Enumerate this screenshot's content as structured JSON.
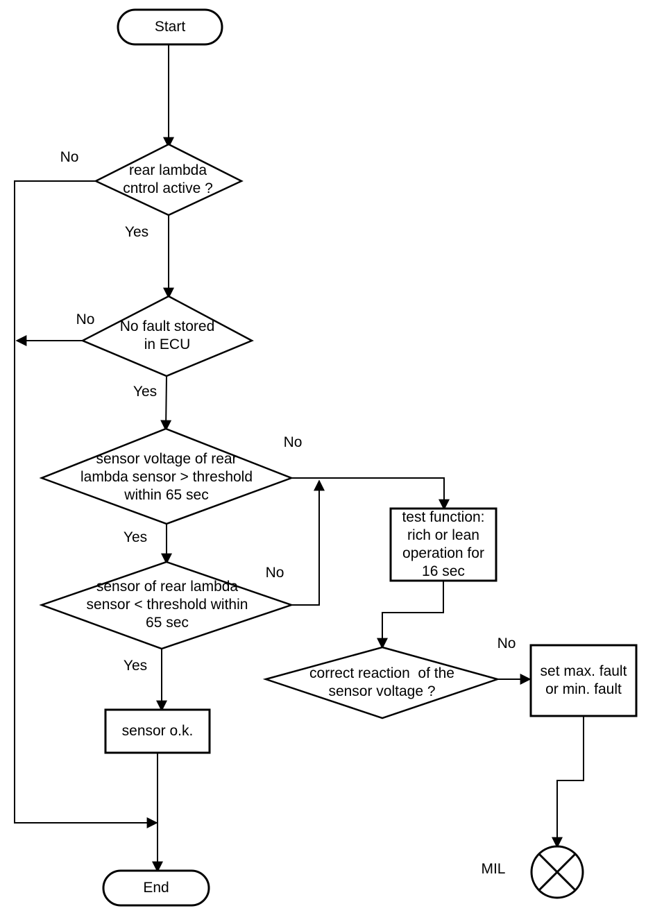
{
  "diagram": {
    "title": "rear lambda sensor diagnostic flowchart",
    "colors": {
      "background": "#ffffff",
      "line": "#000000",
      "text": "#000000"
    },
    "nodes": {
      "start": "Start",
      "decision_rear_lambda": "rear lambda\ncntrol active ?",
      "decision_no_fault": "No fault stored\nin ECU",
      "decision_voltage_above": "sensor voltage of rear\nlambda sensor > threshold\nwithin 65 sec",
      "decision_voltage_below": "sensor of rear lambda\nsensor < threshold within\n65 sec",
      "process_test_function": "test function:\nrich or lean\noperation for\n16 sec",
      "decision_correct_reaction": "correct reaction  of the\nsensor voltage ?",
      "process_set_fault": "set max. fault\nor min. fault",
      "process_sensor_ok": "sensor o.k.",
      "end": "End",
      "mil": "MIL"
    },
    "edges": {
      "d1_no": "No",
      "d1_yes": "Yes",
      "d2_no": "No",
      "d2_yes": "Yes",
      "d3_no": "No",
      "d3_yes": "Yes",
      "d4_no": "No",
      "d4_yes": "Yes",
      "d5_no": "No"
    }
  }
}
